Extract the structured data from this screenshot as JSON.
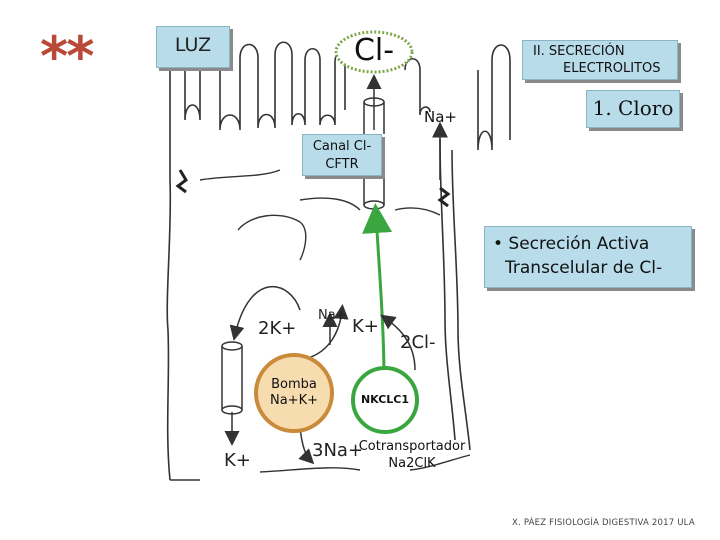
{
  "marker": "**",
  "lumen_label": "LUZ",
  "title": {
    "line1": "II. SECRECIÓN",
    "line2": "ELECTROLITOS"
  },
  "subtitle": "1. Cloro",
  "ions": {
    "cl": "Cl-",
    "na": "Na+"
  },
  "channel_label": {
    "line1": "Canal Cl-",
    "line2": "CFTR"
  },
  "bullet": {
    "line1": "• Secreción Activa",
    "line2": "Transcelular de Cl-"
  },
  "pump_label": {
    "line1": "Bomba",
    "line2": "Na+K+"
  },
  "cotransporter_name": "NKCLC1",
  "cotransporter_label": {
    "line1": "Cotransportador",
    "line2": "Na2ClK"
  },
  "handwritten": {
    "k2": "2K+",
    "na3": "3Na+",
    "k_out": "K+",
    "k_in": "K+",
    "cl2": "2Cl-",
    "na_small": "Na+"
  },
  "footer": "X. PÁEZ  FISIOLOGÍA DIGESTIVA 2017 ULA",
  "colors": {
    "box_fill": "#b8dcea",
    "pump_fill": "#f7dcb0",
    "pump_ring": "#c98a3a",
    "nkcl_ring": "#3aa640",
    "arrow_green": "#3aa640",
    "marker": "#b94a3a"
  }
}
